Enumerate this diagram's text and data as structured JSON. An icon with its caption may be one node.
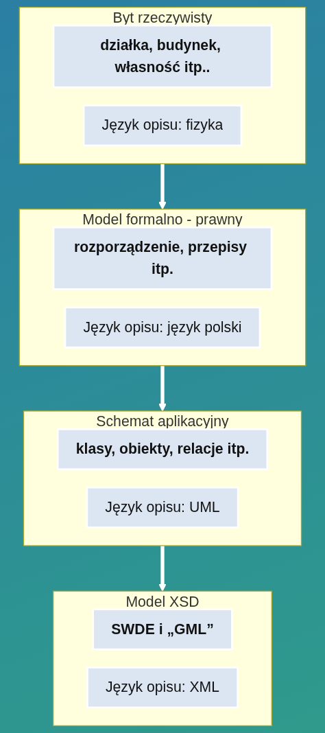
{
  "diagram": {
    "nodes": [
      {
        "text": [
          "Byt rzeczywisty"
        ]
      },
      {
        "text": [
          "działka, budynek, własność itp.."
        ],
        "in": 0
      },
      {
        "text": [
          "Język opisu: fizyka"
        ],
        "in": 0
      },
      {
        "text": [
          "Model formalno - prawny"
        ]
      },
      {
        "text": [
          "rozporządzenie, przepisy itp."
        ],
        "in": 3
      },
      {
        "text": [
          "Język opisu: język polski"
        ],
        "in": 3
      },
      {
        "text": [
          "Schemat aplikacyjny"
        ]
      },
      {
        "text": [
          "klasy, obiekty, relacje itp."
        ],
        "in": 6
      },
      {
        "text": [
          "Język opisu: UML"
        ],
        "in": 6
      },
      {
        "text": [
          "Model XSD"
        ]
      },
      {
        "text": [
          "SWDE i „GML”"
        ],
        "in": 9
      },
      {
        "text": [
          "Język opisu: XML"
        ],
        "in": 9
      }
    ],
    "edges": [
      {
        "from": 0,
        "to": 3,
        "arrow": "to"
      },
      {
        "from": 3,
        "to": 6,
        "arrow": "to"
      },
      {
        "from": 6,
        "to": 9,
        "arrow": "to"
      }
    ]
  }
}
